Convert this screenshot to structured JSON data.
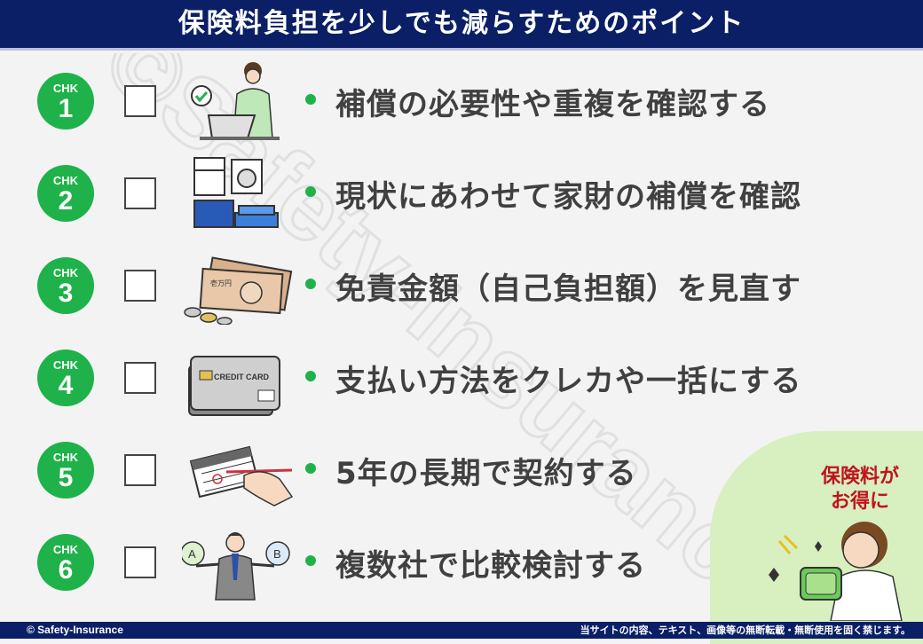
{
  "header": {
    "title": "保険料負担を少しでも減らすためのポイント"
  },
  "watermark": {
    "text": "©Safety-Insurance"
  },
  "checklist": [
    {
      "badge_label": "CHK",
      "number": "1",
      "text": "補償の必要性や重複を確認する",
      "icon": "laptop-person-icon"
    },
    {
      "badge_label": "CHK",
      "number": "2",
      "text": "現状にあわせて家財の補償を確認",
      "icon": "appliances-icon"
    },
    {
      "badge_label": "CHK",
      "number": "3",
      "text": "免責金額（自己負担額）を見直す",
      "icon": "money-icon"
    },
    {
      "badge_label": "CHK",
      "number": "4",
      "text": "支払い方法をクレカや一括にする",
      "icon": "credit-card-icon"
    },
    {
      "badge_label": "CHK",
      "number": "5",
      "text": "5年の長期で契約する",
      "icon": "calendar-icon"
    },
    {
      "badge_label": "CHK",
      "number": "6",
      "text": "複数社で比較検討する",
      "icon": "compare-person-icon"
    }
  ],
  "card": {
    "text": "CREDIT CARD"
  },
  "compare": {
    "a": "A",
    "b": "B"
  },
  "money": {
    "note": "壱万円"
  },
  "promo": {
    "line1": "保険料が",
    "line2": "お得に"
  },
  "footer": {
    "copyright": "© Safety-Insurance",
    "notice": "当サイトの内容、テキスト、画像等の無断転載・無断使用を固く禁じます。"
  },
  "colors": {
    "header_bg": "#0a1f66",
    "badge": "#1fb24a",
    "promo_text": "#c0141c",
    "promo_bg": "#d8efc0"
  }
}
